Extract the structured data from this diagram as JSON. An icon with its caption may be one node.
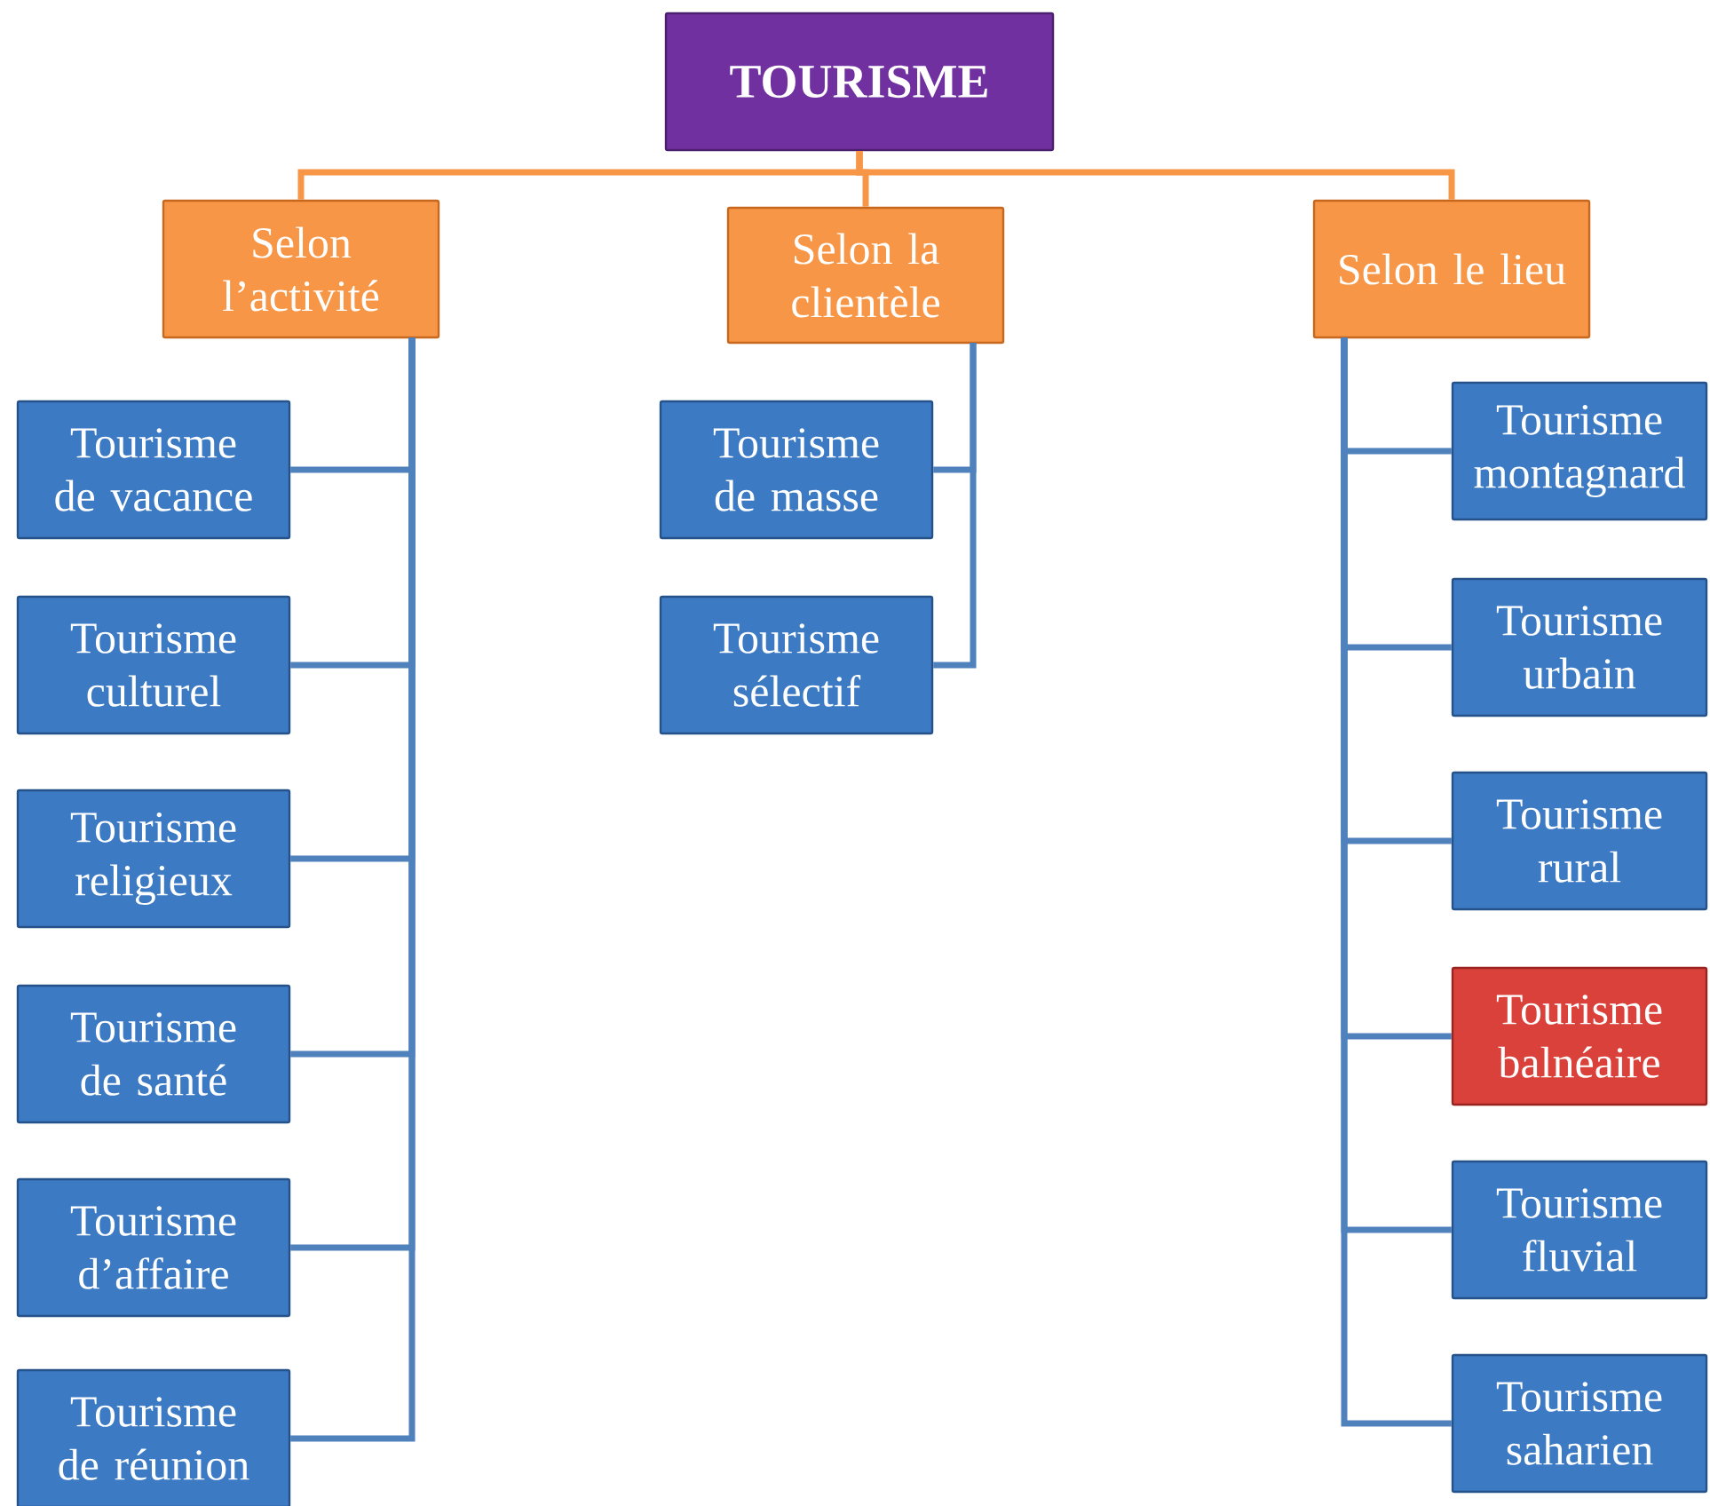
{
  "diagram": {
    "nodes": [
      {
        "text": [
          "TOURISME"
        ]
      },
      {
        "text": [
          "Selon l’activité"
        ]
      },
      {
        "text": [
          "Selon la clientèle"
        ]
      },
      {
        "text": [
          "Selon le lieu"
        ]
      },
      {
        "text": [
          "Tourisme de vacance"
        ]
      },
      {
        "text": [
          "Tourisme culturel"
        ]
      },
      {
        "text": [
          "Tourisme religieux"
        ]
      },
      {
        "text": [
          "Tourisme de santé"
        ]
      },
      {
        "text": [
          "Tourisme d’affaire"
        ]
      },
      {
        "text": [
          "Tourisme de réunion"
        ]
      },
      {
        "text": [
          "Tourisme de masse"
        ]
      },
      {
        "text": [
          "Tourisme sélectif"
        ]
      },
      {
        "text": [
          "Tourisme montagnard"
        ]
      },
      {
        "text": [
          "Tourisme urbain"
        ]
      },
      {
        "text": [
          "Tourisme rural"
        ]
      },
      {
        "text": [
          "Tourisme balnéaire"
        ]
      },
      {
        "text": [
          "Tourisme fluvial"
        ]
      },
      {
        "text": [
          "Tourisme saharien"
        ]
      }
    ],
    "edges": [
      {
        "from": 0,
        "to": 1,
        "arrow": "none",
        "color": "#f79646"
      },
      {
        "from": 0,
        "to": 2,
        "arrow": "none",
        "color": "#f79646"
      },
      {
        "from": 0,
        "to": 3,
        "arrow": "none",
        "color": "#f79646"
      },
      {
        "from": 1,
        "to": 4,
        "arrow": "none"
      },
      {
        "from": 1,
        "to": 5,
        "arrow": "none"
      },
      {
        "from": 1,
        "to": 6,
        "arrow": "none"
      },
      {
        "from": 1,
        "to": 7,
        "arrow": "none"
      },
      {
        "from": 1,
        "to": 8,
        "arrow": "none"
      },
      {
        "from": 1,
        "to": 9,
        "arrow": "none"
      },
      {
        "from": 2,
        "to": 10,
        "arrow": "none"
      },
      {
        "from": 2,
        "to": 11,
        "arrow": "none"
      },
      {
        "from": 3,
        "to": 12,
        "arrow": "none"
      },
      {
        "from": 3,
        "to": 13,
        "arrow": "none"
      },
      {
        "from": 3,
        "to": 14,
        "arrow": "none"
      },
      {
        "from": 3,
        "to": 15,
        "arrow": "none"
      },
      {
        "from": 3,
        "to": 16,
        "arrow": "none"
      },
      {
        "from": 3,
        "to": 17,
        "arrow": "none"
      }
    ]
  }
}
